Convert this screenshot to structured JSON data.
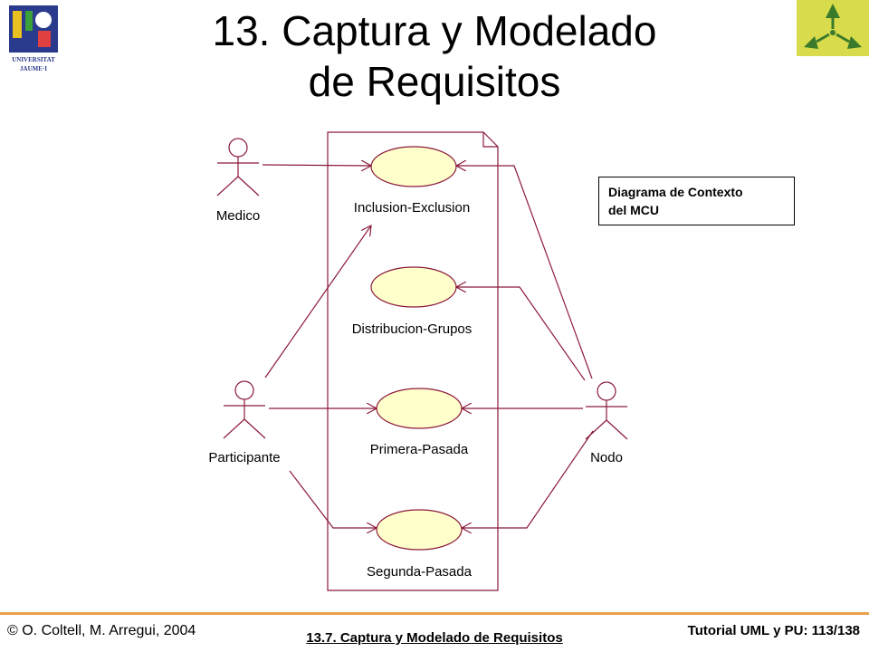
{
  "slide": {
    "title_line1": "13. Captura y Modelado",
    "title_line2": "de Requisitos"
  },
  "logos": {
    "left_text_1": "UNIVERSITAT",
    "left_text_2": "JAUME·I"
  },
  "diagram": {
    "actors": [
      "Medico",
      "Participante",
      "Nodo"
    ],
    "use_cases": [
      "Inclusion-Exclusion",
      "Distribucion-Grupos",
      "Primera-Pasada",
      "Segunda-Pasada"
    ],
    "note_line1": "Diagrama de Contexto",
    "note_line2": "del MCU",
    "colors": {
      "arrow": "#8b1a3a",
      "usecase_fill": "#ffffcc",
      "usecase_stroke": "#8b1a3a",
      "actor": "#8b1a3a",
      "boundary": "#8b1a3a"
    }
  },
  "footer": {
    "left": "© O. Coltell, M. Arregui, 2004",
    "center": "13.7. Captura y Modelado de Requisitos",
    "right": "Tutorial UML y PU: 113/138",
    "line_color": "#e8a14a"
  }
}
